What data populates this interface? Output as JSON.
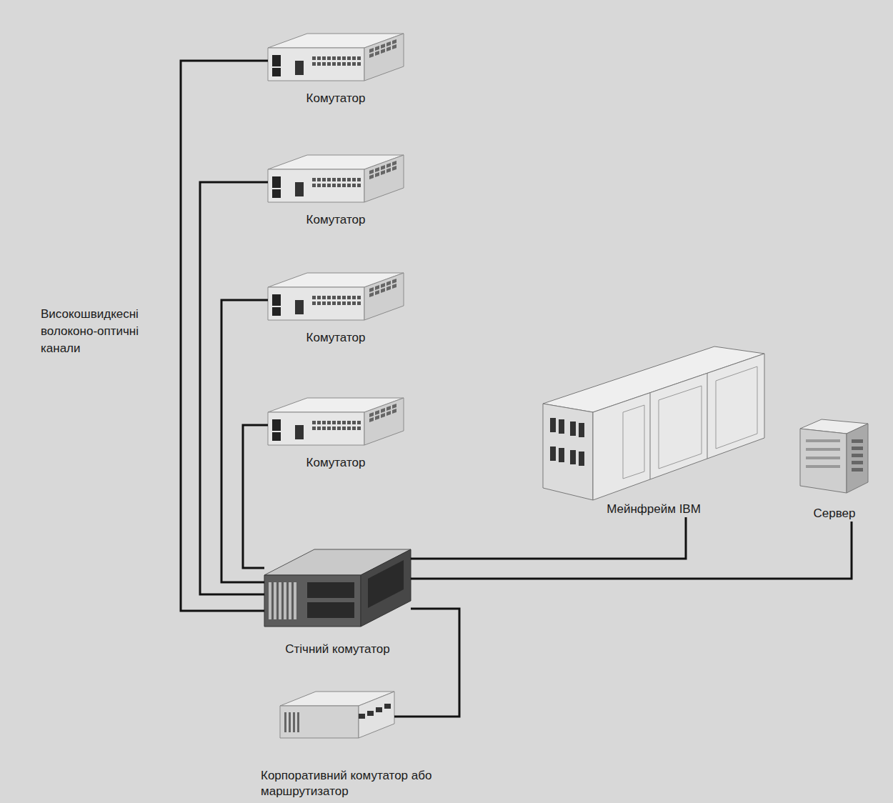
{
  "diagram": {
    "nodes": [
      {
        "text": [
          "Комутатор"
        ]
      },
      {
        "text": [
          "Комутатор"
        ]
      },
      {
        "text": [
          "Комутатор"
        ]
      },
      {
        "text": [
          "Комутатор"
        ]
      },
      {
        "text": [
          "Мейнфрейм IBM"
        ]
      },
      {
        "text": [
          "Сервер"
        ]
      },
      {
        "text": [
          "Стічний комутатор"
        ]
      },
      {
        "text": [
          "Корпоративний комутатор або маршрутизатор"
        ]
      }
    ],
    "edges": [
      {
        "from": 0,
        "to": 6,
        "arrow": "none"
      },
      {
        "from": 1,
        "to": 6,
        "arrow": "none"
      },
      {
        "from": 2,
        "to": 6,
        "arrow": "none"
      },
      {
        "from": 3,
        "to": 6,
        "arrow": "none"
      },
      {
        "from": 4,
        "to": 6,
        "arrow": "none"
      },
      {
        "from": 5,
        "to": 6,
        "arrow": "none"
      },
      {
        "from": 6,
        "to": 7,
        "arrow": "none"
      }
    ],
    "labels": [
      "Високошвидкесні волоконо-оптичні канали"
    ]
  }
}
